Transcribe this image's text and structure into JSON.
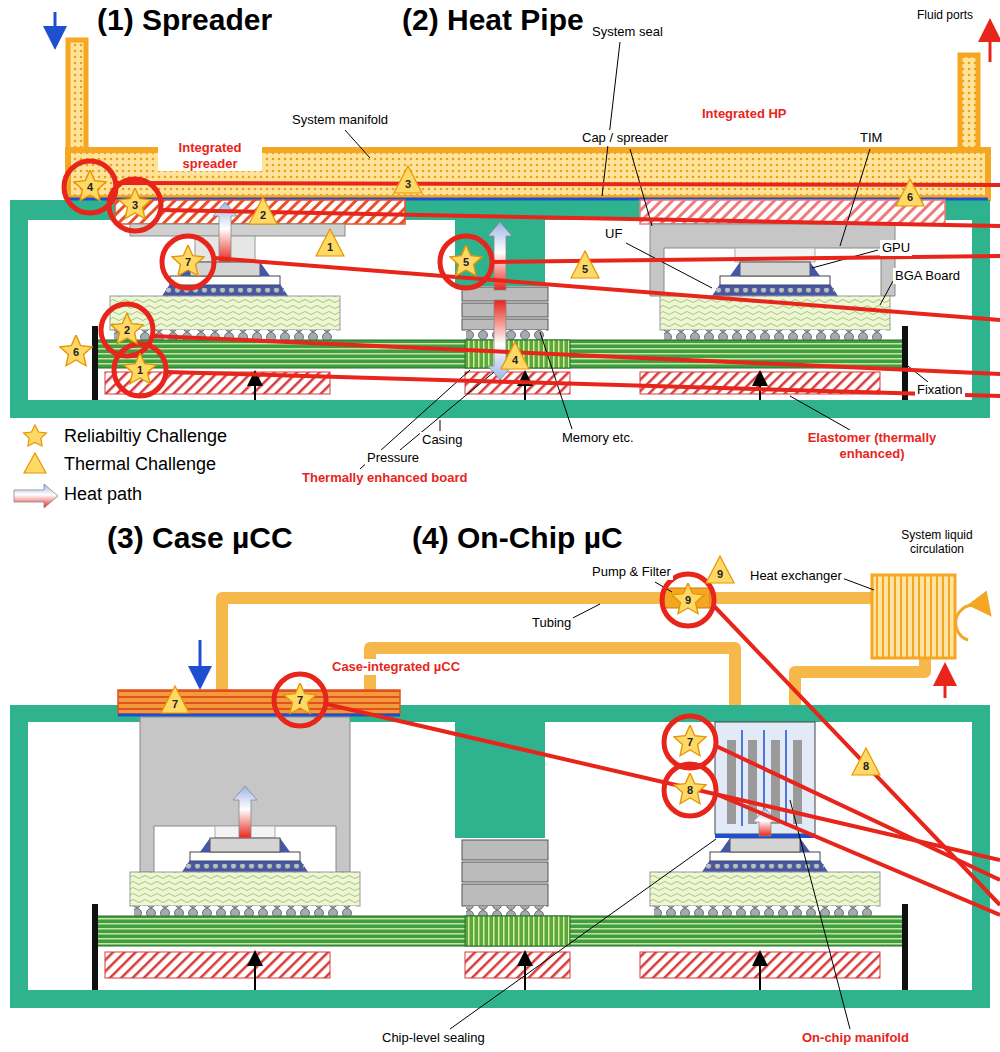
{
  "diagram": {
    "nodes": [
      {
        "text": [
          "4"
        ]
      },
      {
        "text": [
          "3"
        ]
      },
      {
        "text": [
          "3"
        ]
      },
      {
        "text": [
          "2"
        ]
      },
      {
        "text": [
          "1"
        ]
      },
      {
        "text": [
          "7"
        ]
      },
      {
        "text": [
          "5"
        ]
      },
      {
        "text": [
          "5"
        ]
      },
      {
        "text": [
          "6"
        ]
      },
      {
        "text": [
          "2"
        ]
      },
      {
        "text": [
          "6"
        ]
      },
      {
        "text": [
          "4"
        ]
      },
      {
        "text": [
          "1"
        ]
      },
      {
        "text": [
          "9"
        ]
      },
      {
        "text": [
          "9"
        ]
      },
      {
        "text": [
          "7"
        ]
      },
      {
        "text": [
          "7"
        ]
      },
      {
        "text": [
          "7"
        ]
      },
      {
        "text": [
          "8"
        ]
      },
      {
        "text": [
          "8"
        ]
      }
    ],
    "labels": [
      "(1) Spreader",
      "(2) Heat Pipe",
      "Fluid ports",
      "System seal",
      "Integrated spreader",
      "System manifold",
      "Integrated HP",
      "Cap / spreader",
      "TIM",
      "UF",
      "GPU",
      "BGA Board",
      "Fixation",
      "Casing",
      "Memory etc.",
      "Pressure",
      "Elastomer (thermally enhanced)",
      "Thermally enhanced board",
      "(3) Case µCC",
      "(4) On-Chip µC",
      "Pump & Filter",
      "System liquid circulation",
      "Case-integrated µCC",
      "Tubing",
      "Heat exchanger",
      "Chip-level sealing",
      "On-chip manifold"
    ],
    "legend": [
      {
        "text": "Reliabiltiy Challenge"
      },
      {
        "text": "Thermal Challenge"
      },
      {
        "text": "Heat path"
      }
    ]
  }
}
